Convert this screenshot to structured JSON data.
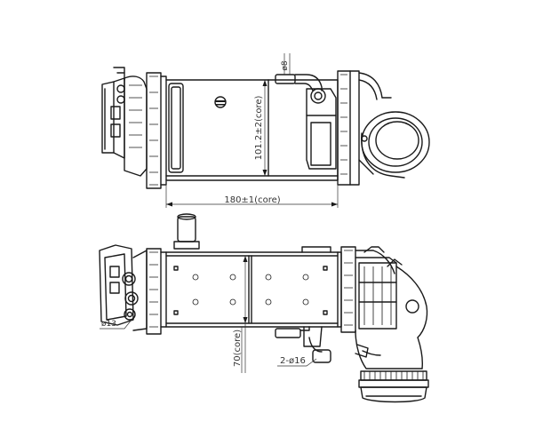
{
  "dimensions": {
    "pipe_diameter": "ø8",
    "core_height": "101.2±2(core)",
    "core_length": "180±1(core)",
    "bore_diameter": "ø13",
    "core_depth": "70(core)",
    "port_diameter": "2-ø16"
  }
}
